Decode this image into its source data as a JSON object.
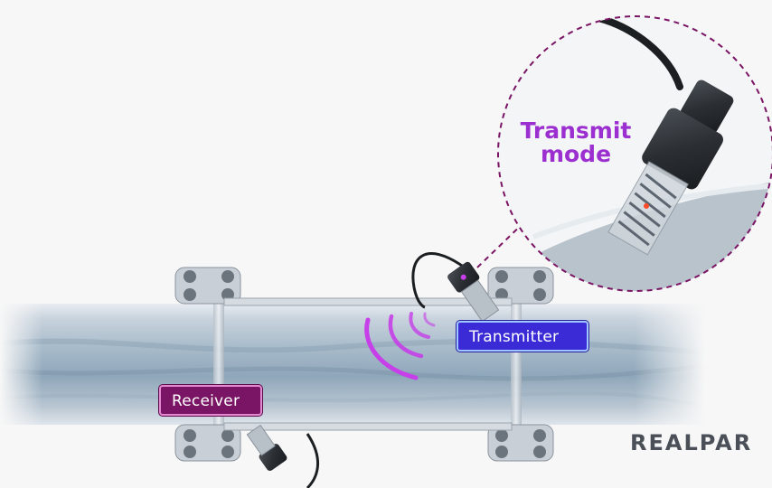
{
  "labels": {
    "transmitter": "Transmitter",
    "receiver": "Receiver",
    "mode": "Transmit mode"
  },
  "branding": {
    "logo": "REALPAR"
  },
  "colors": {
    "transmitter_label": "#3a2bd6",
    "receiver_label": "#7a1464",
    "mode_text": "#9b2fd0",
    "wave": "#c63fe8"
  },
  "icons": [
    "flow-meter-transducer",
    "ultrasonic-wave",
    "pipe-flange"
  ]
}
